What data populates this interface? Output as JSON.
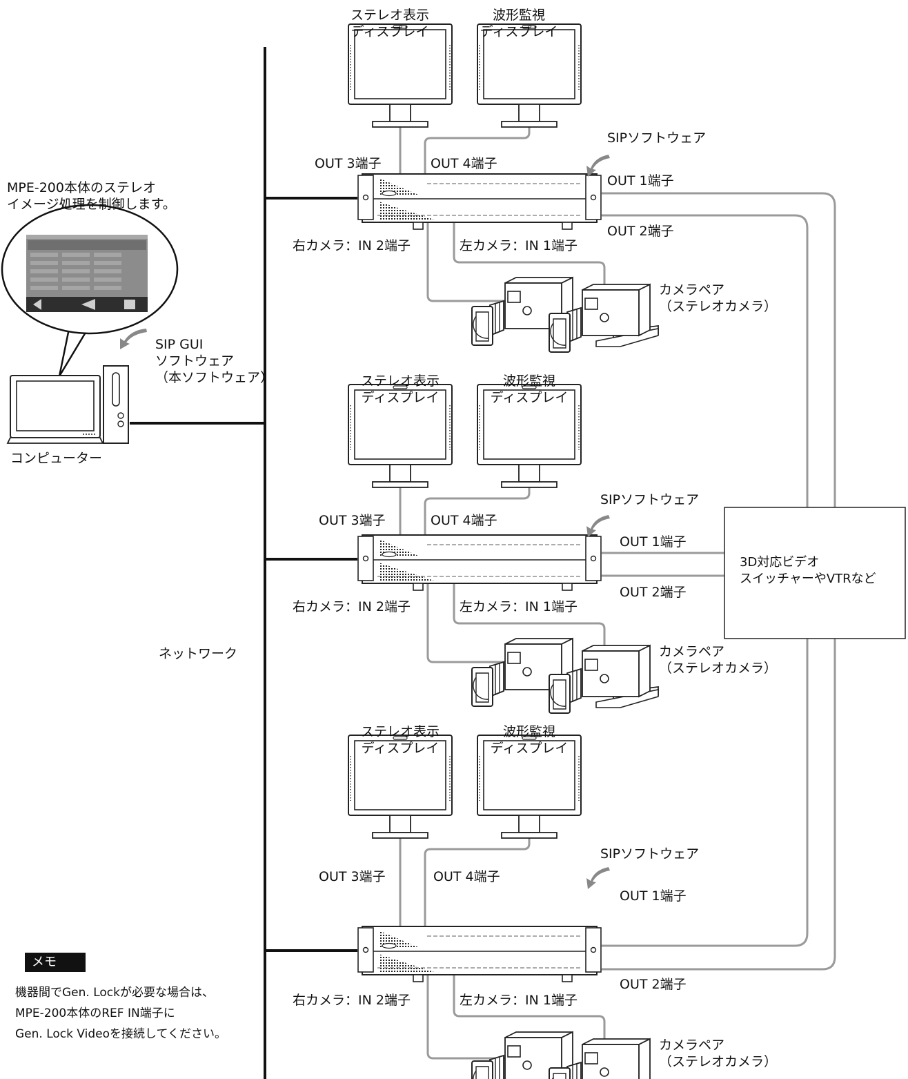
{
  "units": [
    {
      "stereo_display": [
        "ステレオ表示",
        "ディスプレイ"
      ],
      "waveform_display": [
        "波形監視",
        "ディスプレイ"
      ],
      "sip_software": "SIPソフトウェア",
      "out3": "OUT 3端子",
      "out4": "OUT 4端子",
      "out1": "OUT 1端子",
      "out2": "OUT 2端子",
      "right_cam": "右カメラ：IN 2端子",
      "left_cam": "左カメラ：IN 1端子",
      "camera_pair": [
        "カメラペア",
        "（ステレオカメラ）"
      ]
    },
    {
      "stereo_display": [
        "ステレオ表示",
        "ディスプレイ"
      ],
      "waveform_display": [
        "波形監視",
        "ディスプレイ"
      ],
      "sip_software": "SIPソフトウェア",
      "out3": "OUT 3端子",
      "out4": "OUT 4端子",
      "out1": "OUT 1端子",
      "out2": "OUT 2端子",
      "right_cam": "右カメラ：IN 2端子",
      "left_cam": "左カメラ：IN 1端子",
      "camera_pair": [
        "カメラペア",
        "（ステレオカメラ）"
      ]
    },
    {
      "stereo_display": [
        "ステレオ表示",
        "ディスプレイ"
      ],
      "waveform_display": [
        "波形監視",
        "ディスプレイ"
      ],
      "sip_software": "SIPソフトウェア",
      "out3": "OUT 3端子",
      "out4": "OUT 4端子",
      "out1": "OUT 1端子",
      "out2": "OUT 2端子",
      "right_cam": "右カメラ：IN 2端子",
      "left_cam": "左カメラ：IN 1端子",
      "camera_pair": [
        "カメラペア",
        "（ステレオカメラ）"
      ]
    }
  ],
  "callout": [
    "MPE-200本体のステレオ",
    "イメージ処理を制御します。"
  ],
  "gui_software": [
    "SIP GUI",
    "ソフトウェア",
    "（本ソフトウェア）"
  ],
  "computer": "コンピューター",
  "network": "ネットワーク",
  "switcher": [
    "3D対応ビデオ",
    "スイッチャーやVTRなど"
  ],
  "memo": {
    "badge": "メモ",
    "lines": [
      "機器間でGen. Lockが必要な場合は、",
      "MPE-200本体のREF IN端子に",
      "Gen. Lock Videoを接続してください。"
    ]
  }
}
